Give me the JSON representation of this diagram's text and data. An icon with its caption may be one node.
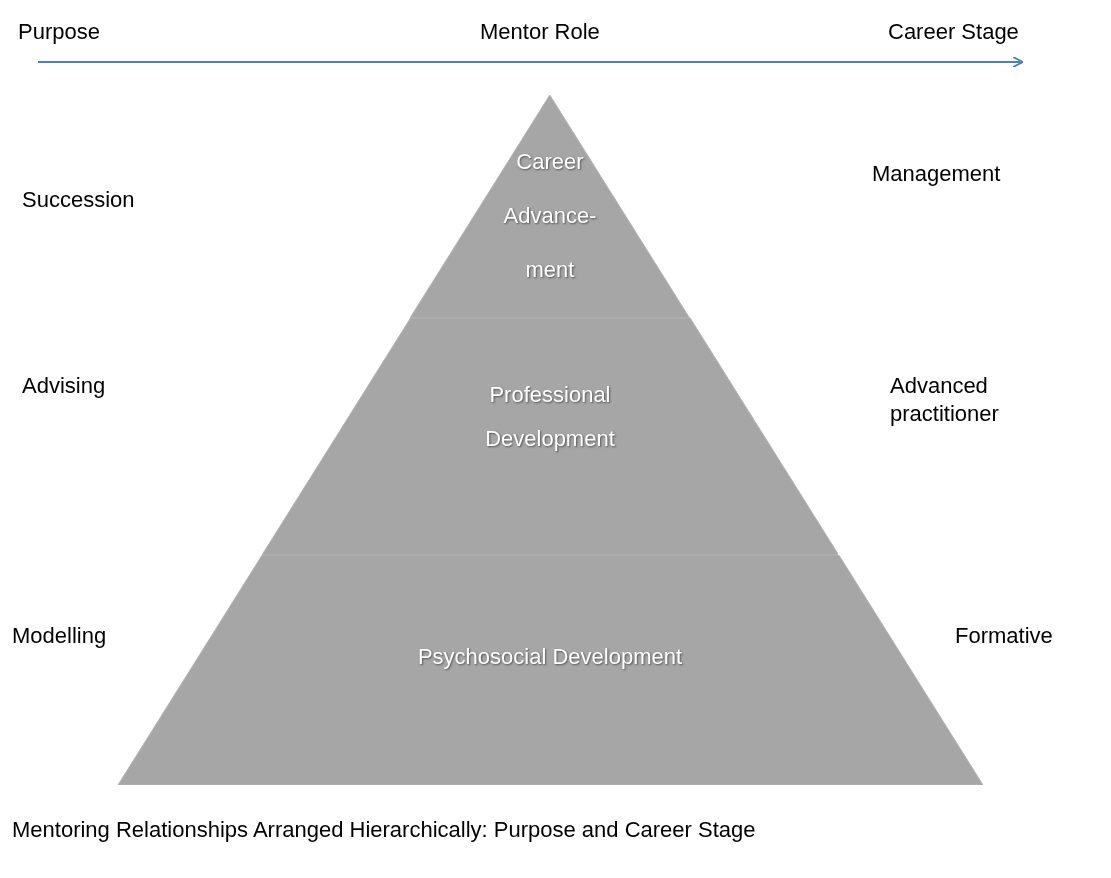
{
  "diagram": {
    "caption": "Mentoring Relationships Arranged Hierarchically: Purpose and Career Stage",
    "nodes": [
      {
        "text": [
          "Career Advance- ment"
        ]
      },
      {
        "text": [
          "Professional Development"
        ]
      },
      {
        "text": [
          "Psychosocial Development"
        ]
      }
    ],
    "labels": [
      "Purpose",
      "Mentor Role",
      "Career Stage",
      "Succession",
      "Management",
      "Advising",
      "Advanced practitioner",
      "Modelling",
      "Formative"
    ]
  }
}
